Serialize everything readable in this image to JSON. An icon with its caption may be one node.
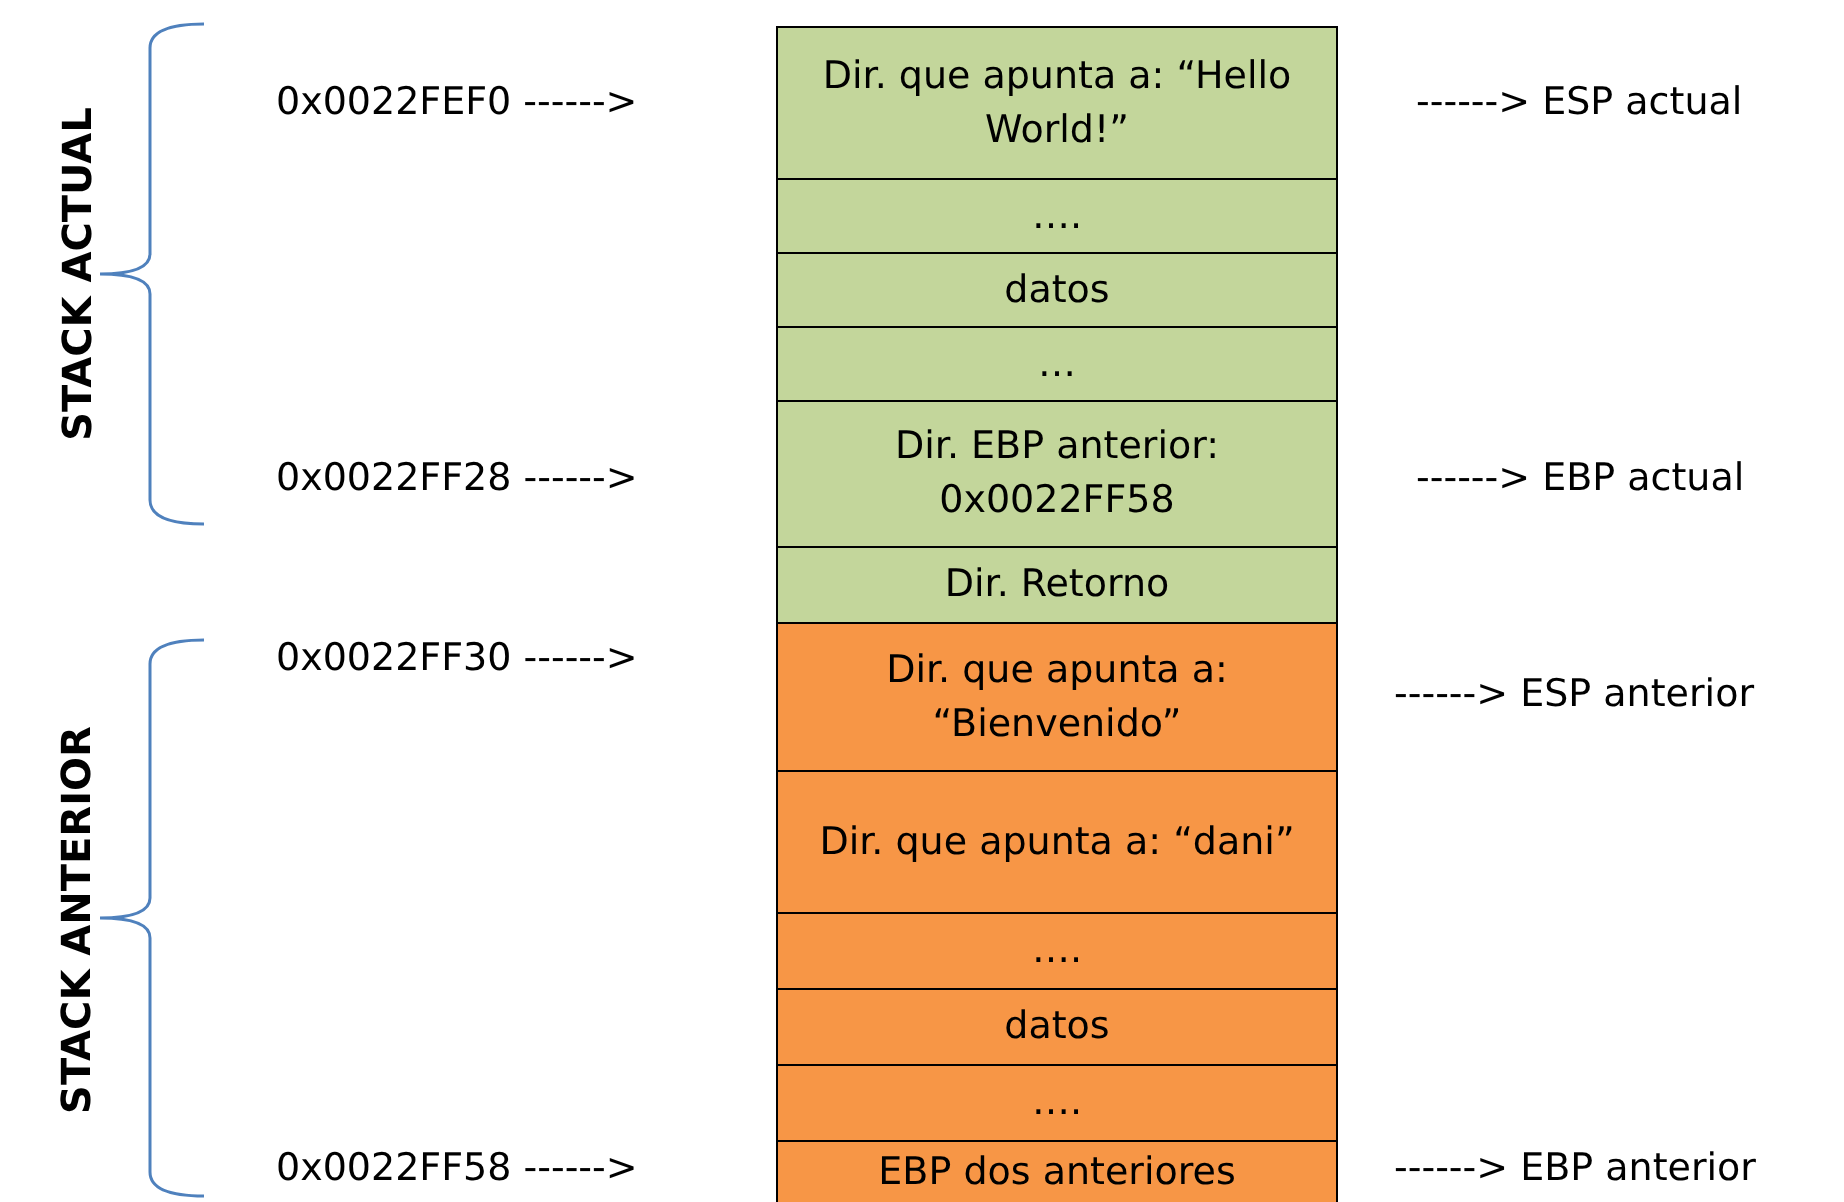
{
  "diagram": {
    "nodes": [
      {
        "text": [
          "Dir. que apunta a: “Hello World!”"
        ]
      },
      {
        "text": [
          "…."
        ]
      },
      {
        "text": [
          "datos"
        ]
      },
      {
        "text": [
          "…"
        ]
      },
      {
        "text": [
          "Dir. EBP anterior: 0x0022FF58"
        ]
      },
      {
        "text": [
          "Dir. Retorno"
        ]
      },
      {
        "text": [
          "Dir. que apunta a: “Bienvenido”"
        ]
      },
      {
        "text": [
          "Dir. que apunta a: “dani”"
        ]
      },
      {
        "text": [
          "…."
        ]
      },
      {
        "text": [
          "datos"
        ]
      },
      {
        "text": [
          "…."
        ]
      },
      {
        "text": [
          "EBP dos anteriores"
        ]
      }
    ],
    "labels": [
      "STACK ACTUAL",
      "0x0022FEF0 ------>",
      "------> ESP actual",
      "0x0022FF28 ------>",
      "------> EBP actual",
      "0x0022FF30 ------>",
      "------> ESP anterior",
      "STACK ANTERIOR",
      "0x0022FF58 ------>",
      "------> EBP anterior"
    ]
  }
}
